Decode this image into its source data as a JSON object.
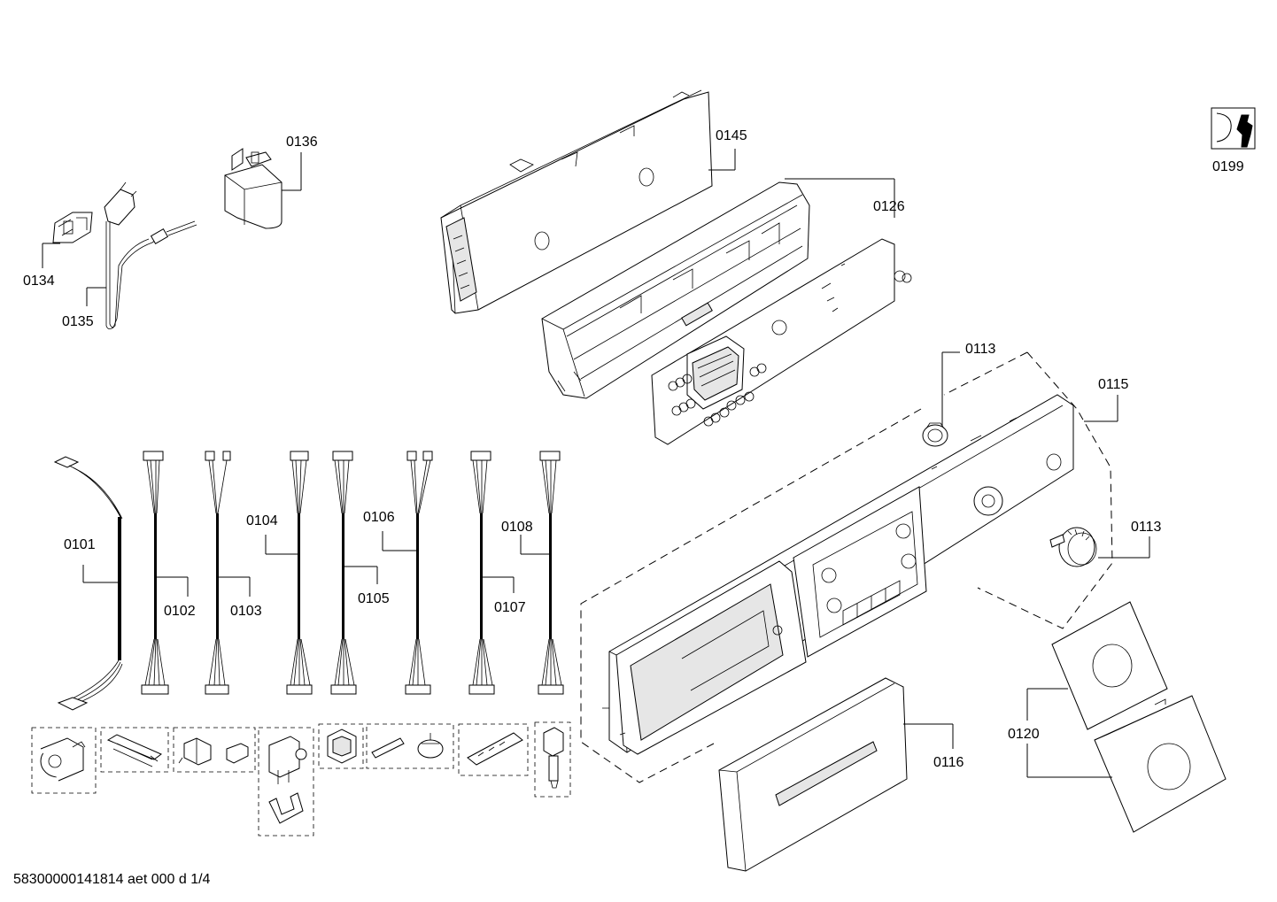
{
  "labels": {
    "p0101": "0101",
    "p0102": "0102",
    "p0103": "0103",
    "p0104": "0104",
    "p0105": "0105",
    "p0106": "0106",
    "p0107": "0107",
    "p0108": "0108",
    "p0113a": "0113",
    "p0113b": "0113",
    "p0115": "0115",
    "p0116": "0116",
    "p0120": "0120",
    "p0126": "0126",
    "p0134": "0134",
    "p0135": "0135",
    "p0136": "0136",
    "p0145": "0145",
    "p0199": "0199"
  },
  "footer": {
    "document_code": "58300000141814 aet 000 d 1/4"
  },
  "icons": {
    "service_tools": "wrench-tool-icon"
  }
}
